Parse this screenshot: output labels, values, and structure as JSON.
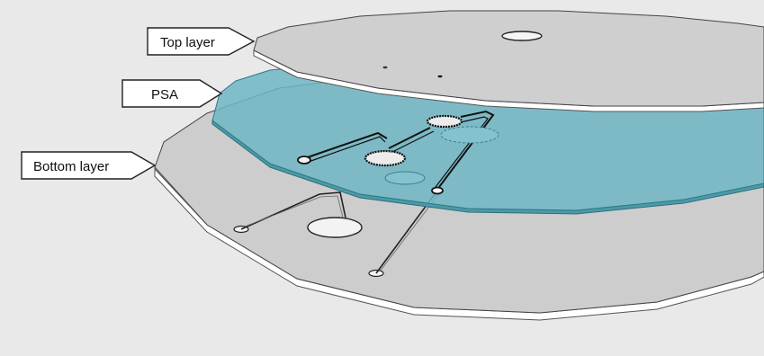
{
  "labels": {
    "top_layer": "Top layer",
    "psa": "PSA",
    "bottom_layer": "Bottom layer"
  },
  "colors": {
    "background": "#e9e9e9",
    "disc_top": "#cfcfcf",
    "disc_edge": "#ffffff",
    "psa_fill": "#6fb6c4",
    "psa_edge": "#3d8a98",
    "channel": "#111111"
  }
}
